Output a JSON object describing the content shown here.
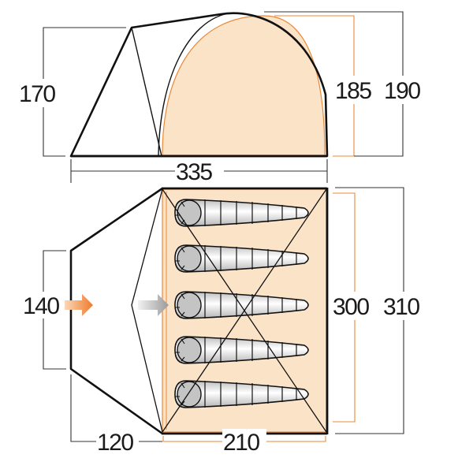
{
  "diagram": {
    "subject": "Tent dimensions diagram",
    "units": "cm",
    "colors": {
      "outline": "#111111",
      "inner_fill": "#fbe3c8",
      "inner_stroke": "#e8893a",
      "dim_line": "#333333",
      "dim_orange": "#e8893a",
      "entry_arrow": "#f07a2a",
      "inner_arrow": "#a8a8a8",
      "bag_shade": "#c4c4c4"
    },
    "side_view": {
      "height_porch": "170",
      "height_inner": "185",
      "height_total": "190",
      "length_total": "335"
    },
    "floor_plan": {
      "door_width": "140",
      "length_porch": "120",
      "length_inner": "210",
      "width_inner": "300",
      "width_total": "310",
      "sleeping_bags": 5
    }
  }
}
